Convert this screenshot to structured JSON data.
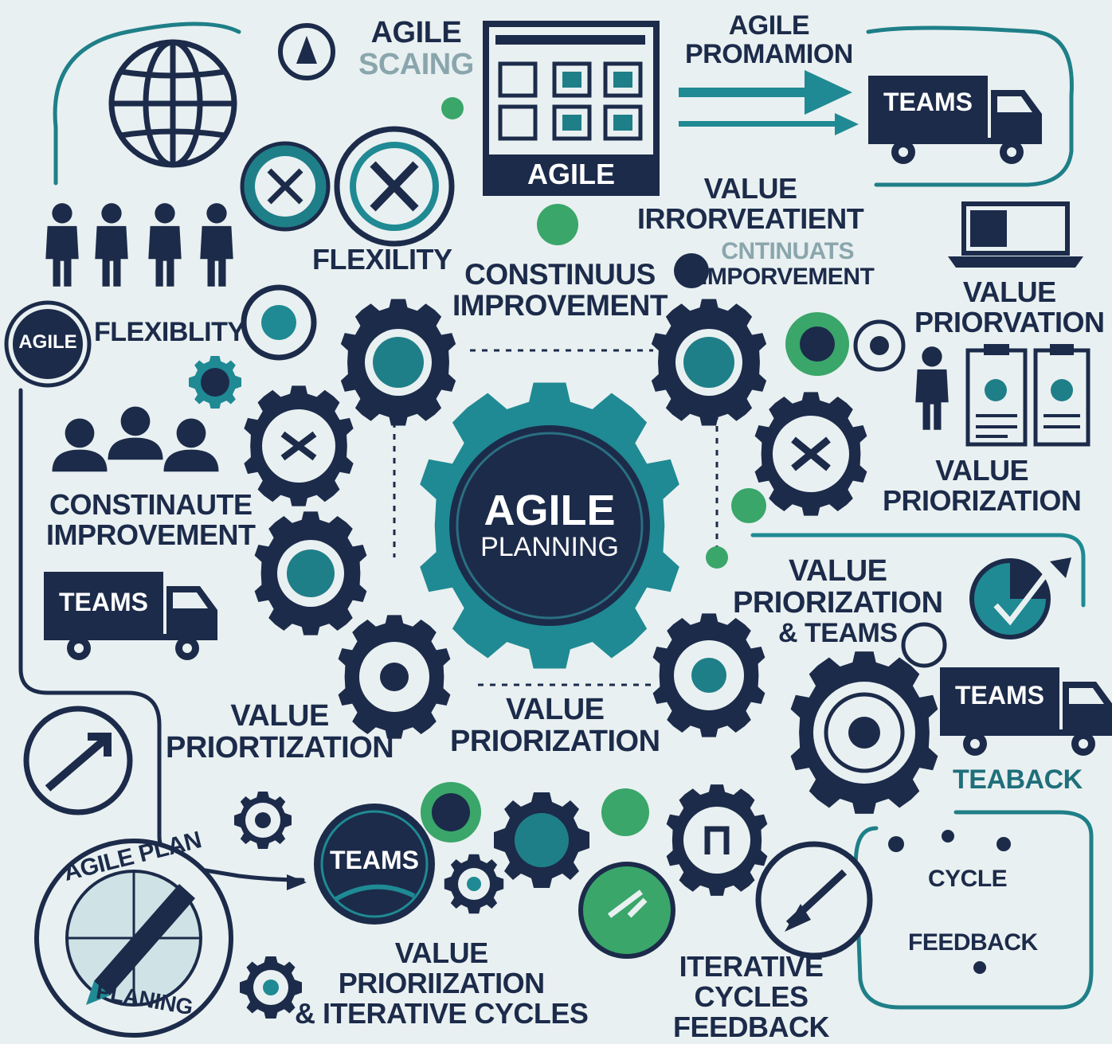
{
  "center": {
    "title": "AGILE",
    "subtitle": "PLANNING"
  },
  "board": {
    "label": "AGILE"
  },
  "badges": {
    "agile_left": "AGILE",
    "teams_top_truck": "TEAMS",
    "teams_left_truck": "TEAMS",
    "teams_right_truck": "TEAMS",
    "teams_bottom": "TEAMS"
  },
  "labels": {
    "agile_scaling": [
      "AGILE",
      "SCAING"
    ],
    "agile_promamion": [
      "AGILE",
      "PROMAMION"
    ],
    "value_irrorveatient": [
      "VALUE",
      "IRRORVEATIENT"
    ],
    "continuous_improvement_right": [
      "CNTINUATS",
      "IMPORVEMENT"
    ],
    "flexility": "FLEXILITY",
    "flexiblity": "FLEXIBLITY",
    "constinuus_improvement": [
      "CONSTINUUS",
      "IMPROVEMENT"
    ],
    "value_priorvation": [
      "VALUE",
      "PRIORVATION"
    ],
    "constinaute_improvement": [
      "CONSTINAUTE",
      "IMPROVEMENT"
    ],
    "value_priorization_right": [
      "VALUE",
      "PRIORIZATION"
    ],
    "value_priorization_teams": [
      "VALUE",
      "PRIORIZATION",
      "& TEAMS"
    ],
    "value_priortization_left": [
      "VALUE",
      "PRIORTIZATION"
    ],
    "value_priorization_center": [
      "VALUE",
      "PRIORIZATION"
    ],
    "teaback": "TEABACK",
    "cycle": "CYCLE",
    "feedback_right": "FEEDBACK",
    "value_priorization_bottom": [
      "VALUE",
      "PRIORIIZATION",
      "& ITERATIVE CYCLES"
    ],
    "iterative_cycles_feedback": [
      "ITERATIVE",
      "CYCLES",
      "FEEDBACK"
    ],
    "agile_plan": "AGILE PLAN",
    "planing": "PLANING"
  },
  "colors": {
    "navy": "#1c2b4a",
    "teal": "#1f8a93",
    "green": "#3aa66a",
    "background": "#e9f0f1"
  },
  "icons": [
    "globe-icon",
    "people-icon",
    "truck-icon",
    "gear-icon",
    "laptop-icon",
    "clipboard-icon",
    "pie-chart-icon",
    "arrow-icon",
    "compass-icon",
    "pencil-icon"
  ]
}
